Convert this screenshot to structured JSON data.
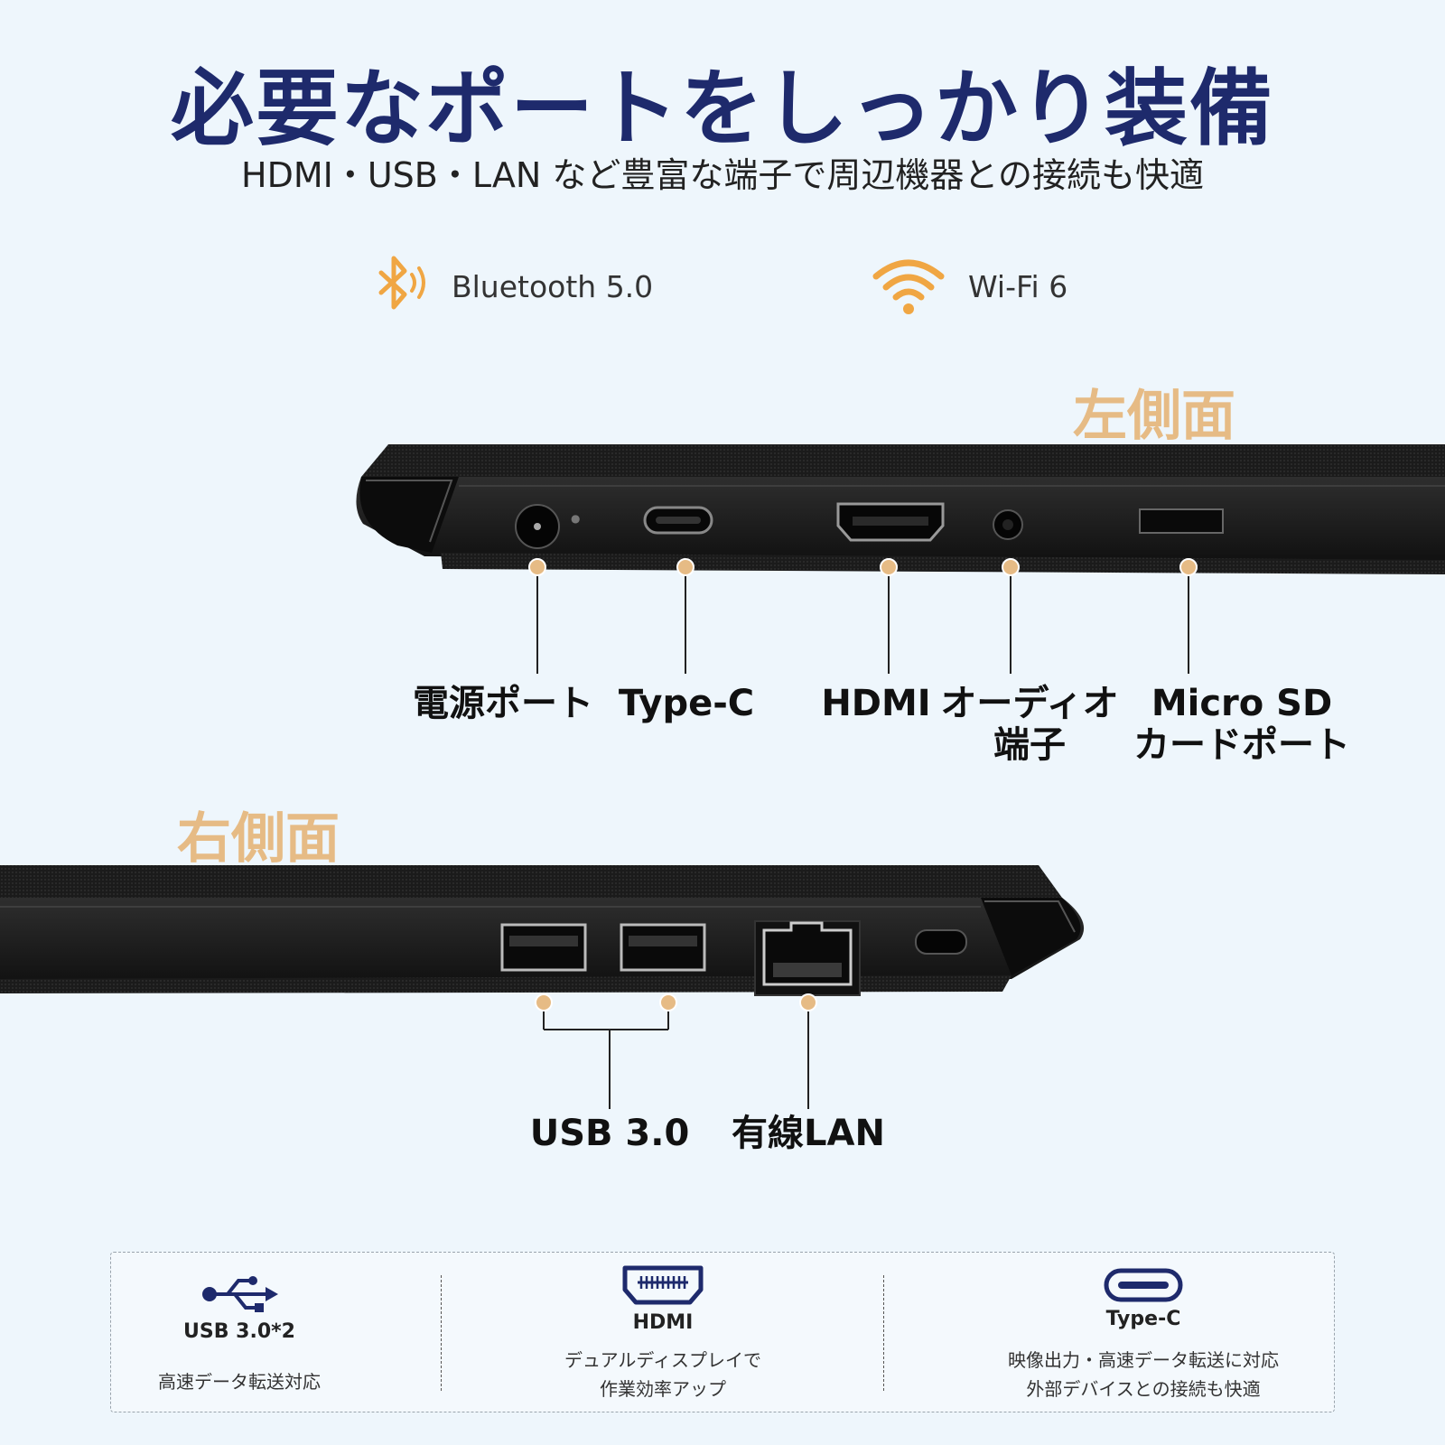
{
  "header": {
    "title": "必要なポートをしっかり装備",
    "subtitle": "HDMI・USB・LAN など豊富な端子で周辺機器との接続も快適"
  },
  "features": {
    "bluetooth": {
      "icon": "bluetooth-icon",
      "label": "Bluetooth 5.0"
    },
    "wifi": {
      "icon": "wifi-icon",
      "label": "Wi-Fi 6"
    }
  },
  "left_side": {
    "heading": "左側面",
    "ports": [
      {
        "label": "電源ポート"
      },
      {
        "label": "Type-C"
      },
      {
        "label": "HDMI"
      },
      {
        "label_line1": "オーディオ",
        "label_line2": "端子"
      },
      {
        "label_line1": "Micro SD",
        "label_line2": "カードポート"
      }
    ]
  },
  "right_side": {
    "heading": "右側面",
    "ports": [
      {
        "label": "USB 3.0"
      },
      {
        "label": "有線LAN"
      }
    ]
  },
  "summary": [
    {
      "icon": "usb-icon",
      "title": "USB 3.0*2",
      "desc_line1": "高速データ転送対応"
    },
    {
      "icon": "hdmi-icon",
      "title": "HDMI",
      "desc_line1": "デュアルディスプレイで",
      "desc_line2": "作業効率アップ"
    },
    {
      "icon": "type-c-icon",
      "title": "Type-C",
      "desc_line1": "映像出力・高速データ転送に対応",
      "desc_line2": "外部デバイスとの接続も快適"
    }
  ],
  "colors": {
    "title": "#1e2a6c",
    "accent": "#e6bb85",
    "icon_orange": "#f0a643",
    "icon_navy": "#1e2a6c"
  }
}
